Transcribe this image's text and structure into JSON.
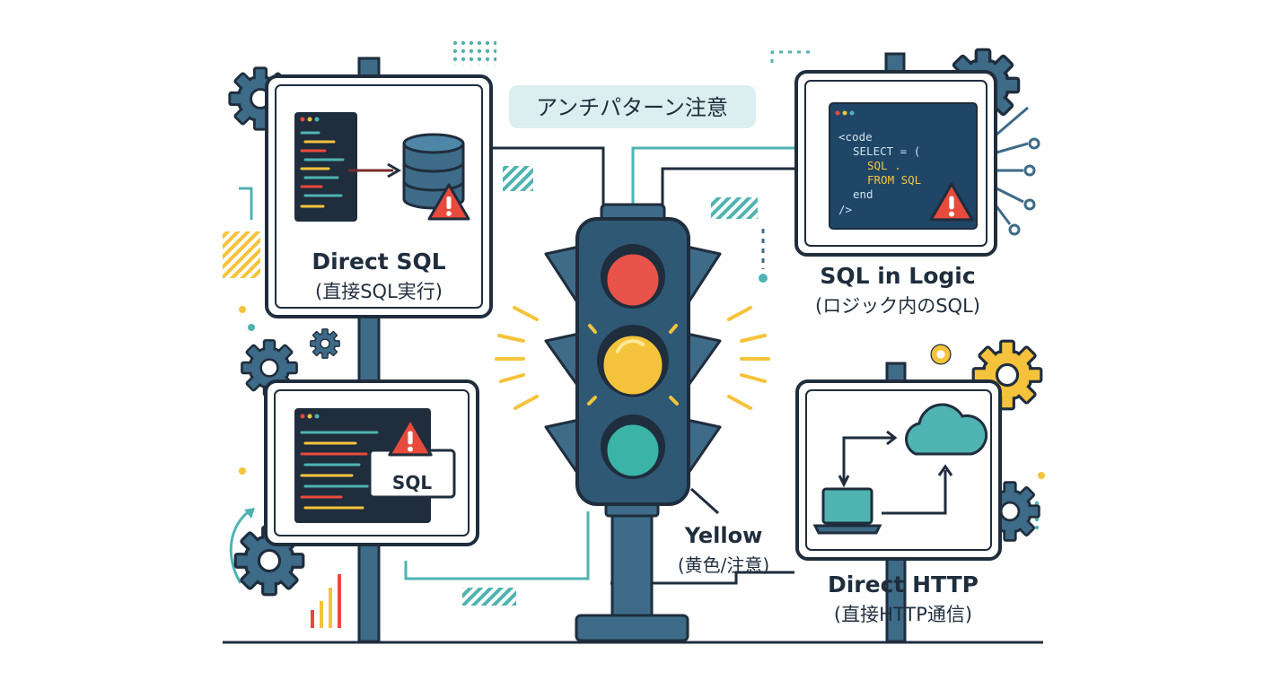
{
  "title": "アンチパターン注意",
  "signs": {
    "direct_sql": {
      "label": "Direct SQL",
      "sublabel": "(直接SQL実行)"
    },
    "sql_in_logic": {
      "label": "SQL in Logic",
      "sublabel": "(ロジック内のSQL)",
      "code_lines": [
        "<code",
        "SELECT = (",
        "SQL .",
        "FROM SQL",
        "end",
        "/>"
      ]
    },
    "embedded_sql": {
      "badge": "SQL"
    },
    "direct_http": {
      "label": "Direct HTTP",
      "sublabel": "(直接HTTP通信)"
    }
  },
  "traffic_light": {
    "label": "Yellow",
    "sublabel": "(黄色/注意)",
    "active": "yellow"
  },
  "colors": {
    "red": "#e8534a",
    "yellow": "#f5c33b",
    "green": "#3bb3a6",
    "navy": "#1f2d3d",
    "steel": "#3e6b88",
    "teal": "#4fb3b1",
    "warning": "#e84a3c"
  },
  "icons": [
    "gear-icon",
    "database-icon",
    "warning-icon",
    "cloud-icon",
    "laptop-icon",
    "code-window-icon",
    "circuit-icon"
  ]
}
